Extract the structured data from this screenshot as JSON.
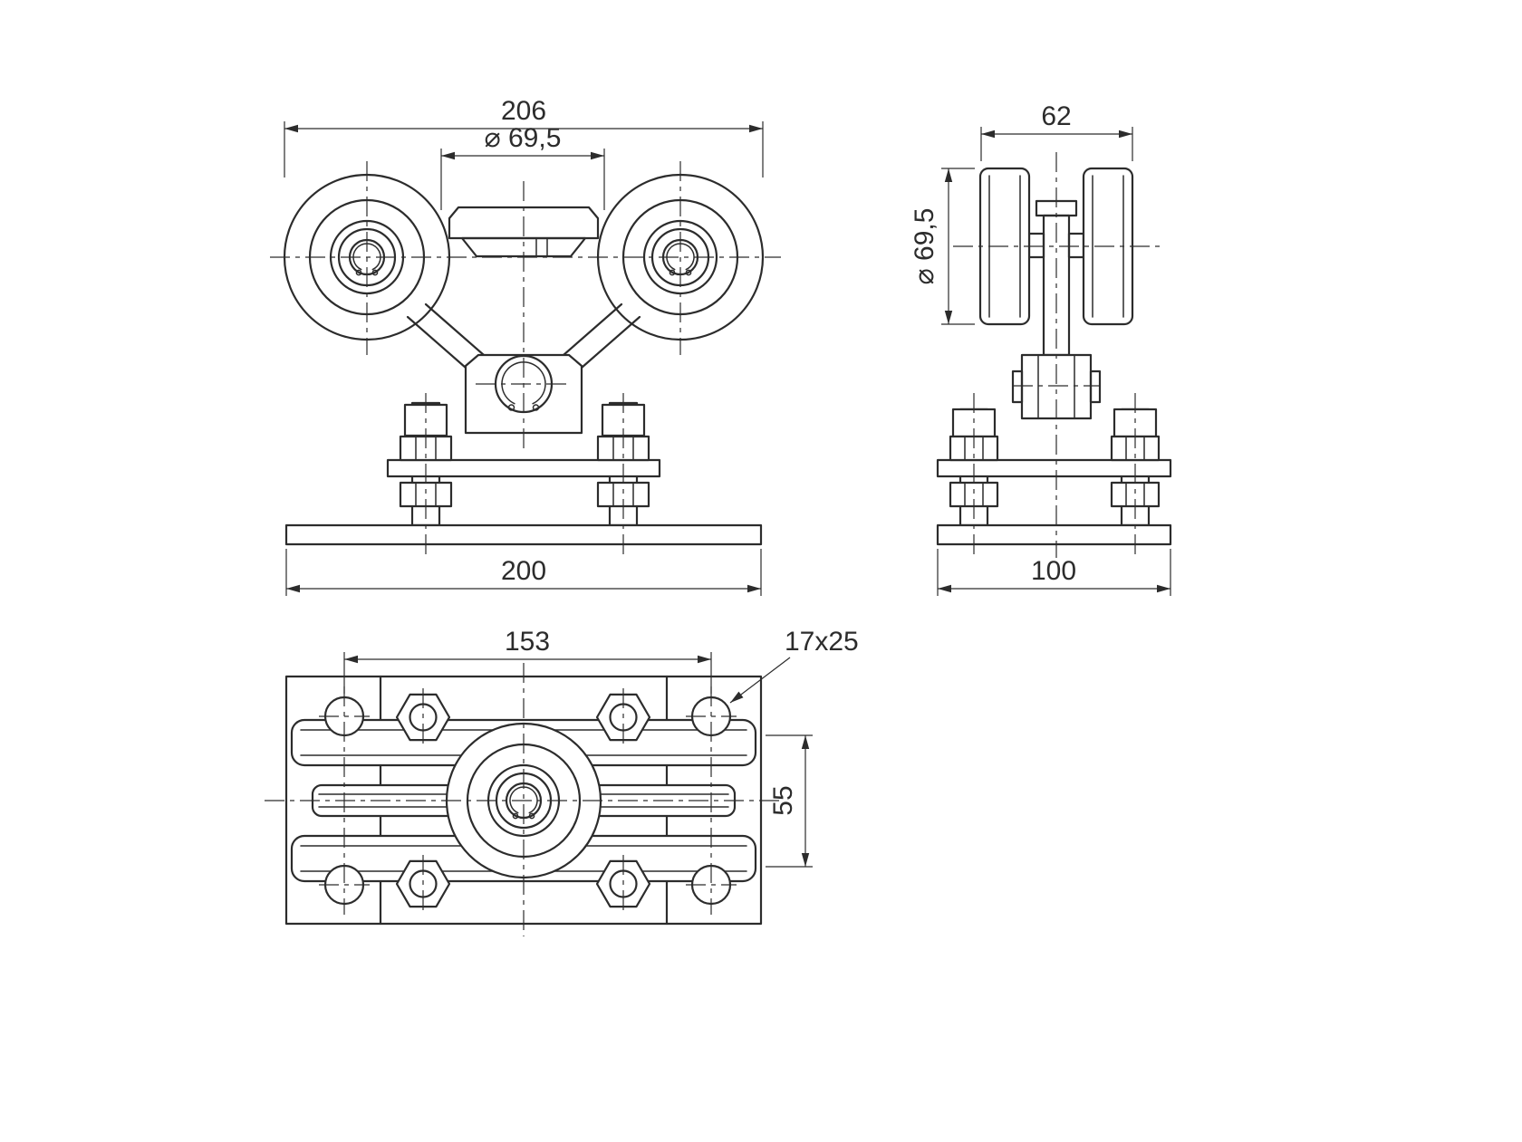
{
  "style": {
    "background": "#ffffff",
    "line_color": "#2c2c2c"
  },
  "dimensions": {
    "front_overall_width": "206",
    "front_roller_diameter": "⌀ 69,5",
    "side_roller_width": "62",
    "side_roller_diameter": "⌀ 69,5",
    "front_base_width": "200",
    "side_base_width": "100",
    "top_slot_spacing": "153",
    "top_slot_size": "17x25",
    "top_flange_height": "55"
  }
}
